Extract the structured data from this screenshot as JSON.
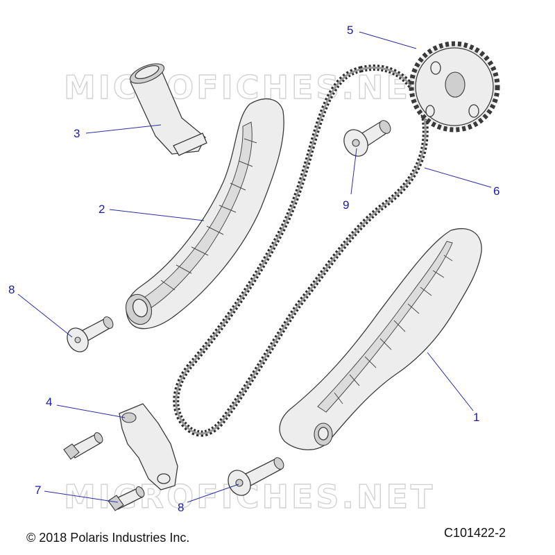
{
  "watermarks": {
    "top": "MICROFICHES.NET",
    "bottom": "MICROFICHES.NET"
  },
  "callouts": [
    {
      "id": "c1",
      "label": "1"
    },
    {
      "id": "c2",
      "label": "2"
    },
    {
      "id": "c3",
      "label": "3"
    },
    {
      "id": "c4",
      "label": "4"
    },
    {
      "id": "c5",
      "label": "5"
    },
    {
      "id": "c6",
      "label": "6"
    },
    {
      "id": "c7",
      "label": "7"
    },
    {
      "id": "c8a",
      "label": "8"
    },
    {
      "id": "c8b",
      "label": "8"
    },
    {
      "id": "c9",
      "label": "9"
    }
  ],
  "footer": {
    "copyright": "© 2018 Polaris Industries Inc.",
    "drawing_number": "C101422-2"
  },
  "colors": {
    "callout": "#1a1aa6",
    "part_fill": "#ededed",
    "outline": "#3a3a3a"
  }
}
